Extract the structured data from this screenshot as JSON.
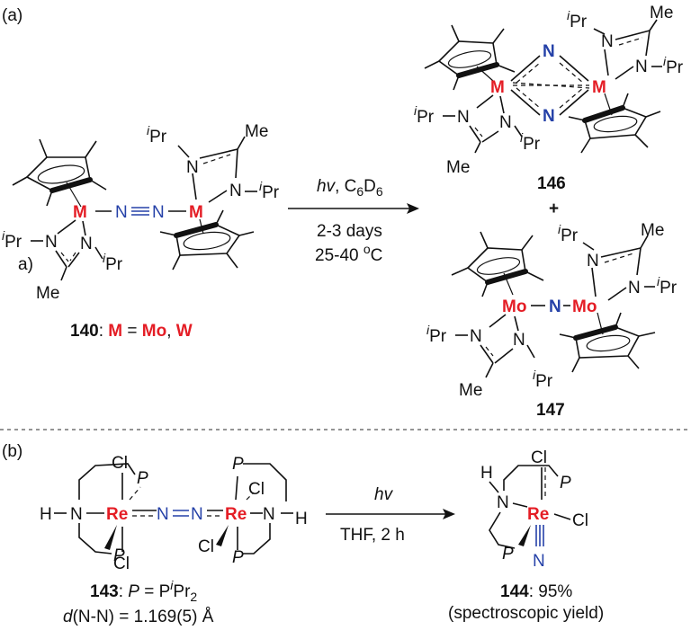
{
  "panel_a": {
    "label": "(a)",
    "reactant": {
      "M1": "M",
      "M2": "M",
      "iPr_prefix": "i",
      "iPr": "Pr",
      "Me": "Me",
      "N": "N",
      "Nlink": "N",
      "stray_label": "a)",
      "id": "140",
      "caption_sep": ": ",
      "caption_M": "M",
      "caption_eq": " = ",
      "caption_Mo": "Mo",
      "caption_comma": ", ",
      "caption_W": "W"
    },
    "arrow": {
      "above_1": "hv",
      "above_2": ", C",
      "above_3": "6",
      "above_4": "D",
      "above_5": "6",
      "below_1": "2-3 days",
      "below_2a": "25-40 ",
      "below_2b": "o",
      "below_2c": "C"
    },
    "product_146": {
      "M": "M",
      "N": "N",
      "id": "146"
    },
    "plus": "+",
    "product_147": {
      "Mo": "Mo",
      "N": "N",
      "id": "147"
    }
  },
  "panel_b": {
    "label": "(b)",
    "reactant_143": {
      "Cl": "Cl",
      "P": "P",
      "Re": "Re",
      "N": "N",
      "H": "H",
      "id": "143",
      "caption_1": ": ",
      "caption_P": "P",
      "caption_2": " = P",
      "caption_i": "i",
      "caption_3": "Pr",
      "caption_sub": "2",
      "dNN_d": "d",
      "dNN_rest": "(N-N) = 1.169(5) Å"
    },
    "arrow": {
      "above": "hv",
      "below": "THF, 2 h"
    },
    "product_144": {
      "Cl": "Cl",
      "Re": "Re",
      "N": "N",
      "H": "H",
      "P": "P",
      "id": "144",
      "yield": ": 95%",
      "note": "(spectroscopic yield)"
    }
  }
}
